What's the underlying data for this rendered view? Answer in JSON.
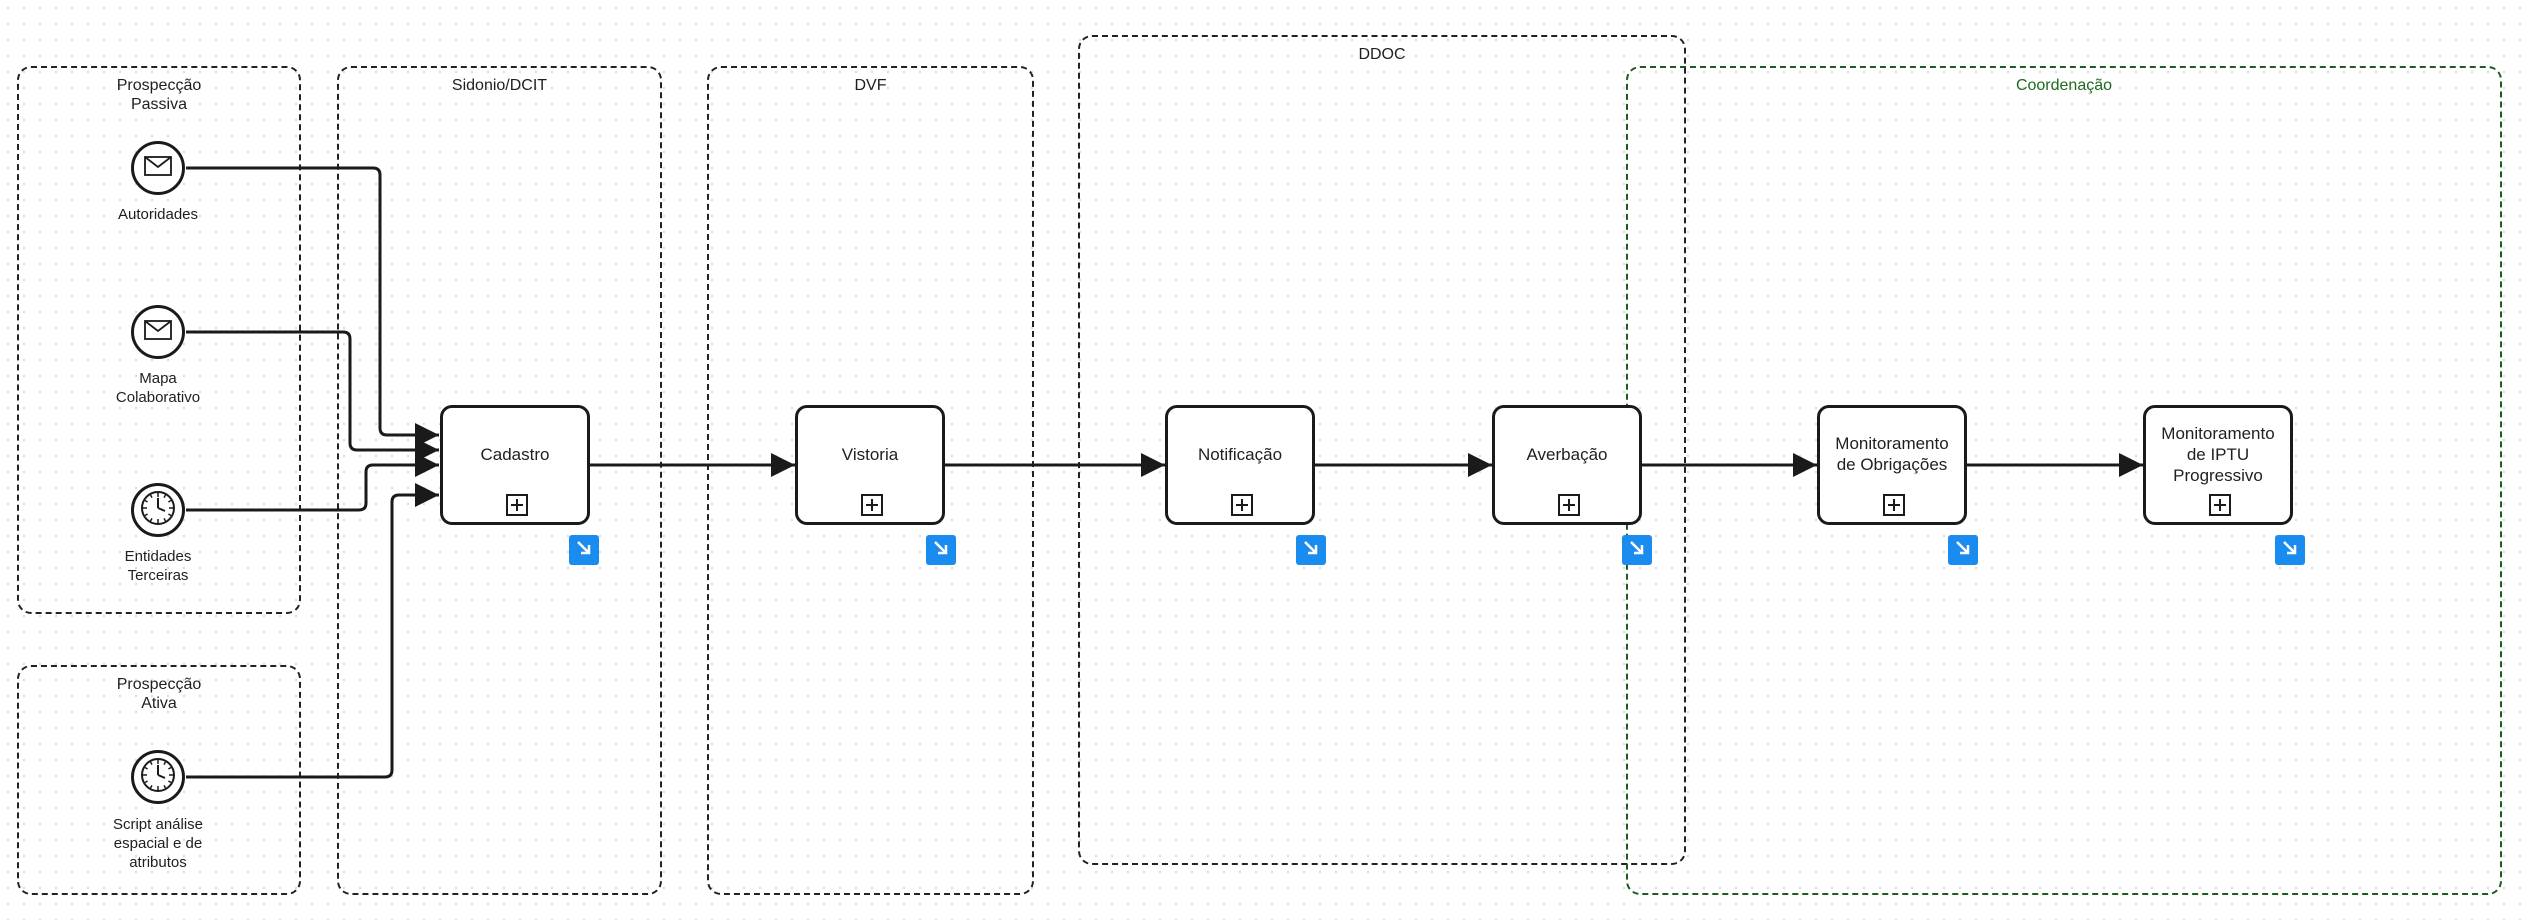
{
  "pools": {
    "passiva": "Prospecção\nPassiva",
    "ativa": "Prospecção\nAtiva",
    "sidonio": "Sidonio/DCIT",
    "dvf": "DVF",
    "ddoc": "DDOC",
    "coordenacao": "Coordenação"
  },
  "events": {
    "autoridades": {
      "label": "Autoridades",
      "icon": "envelope-icon"
    },
    "mapa": {
      "label": "Mapa\nColaborativo",
      "icon": "envelope-icon"
    },
    "entidades": {
      "label": "Entidades\nTerceiras",
      "icon": "clock-icon"
    },
    "script": {
      "label": "Script análise\nespacial e de\natributos",
      "icon": "clock-icon"
    }
  },
  "tasks": {
    "cadastro": "Cadastro",
    "vistoria": "Vistoria",
    "notificacao": "Notificação",
    "averbacao": "Averbação",
    "obrigacoes": "Monitoramento\nde Obrigações",
    "iptu": "Monitoramento\nde IPTU\nProgressivo"
  },
  "colors": {
    "accent": "#1a8cf0",
    "coordenacao_border": "#1f5a1f",
    "stroke": "#1a1a1a"
  }
}
